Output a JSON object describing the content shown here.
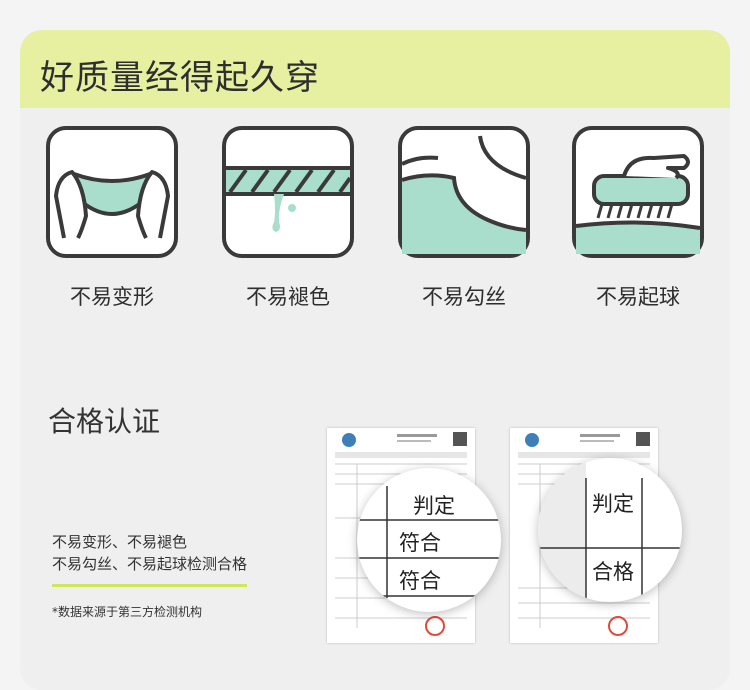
{
  "header": {
    "title": "好质量经得起久穿"
  },
  "features": [
    {
      "label": "不易变形",
      "icon": "hands-stretching-underwear-icon"
    },
    {
      "label": "不易褪色",
      "icon": "rope-dripping-dye-icon"
    },
    {
      "label": "不易勾丝",
      "icon": "fabric-snag-icon"
    },
    {
      "label": "不易起球",
      "icon": "brush-on-fabric-icon"
    }
  ],
  "certification": {
    "title": "合格认证",
    "line1": "不易变形、不易褪色",
    "line2": "不易勾丝、不易起球检测合格",
    "note": "*数据来源于第三方检测机构"
  },
  "report1": {
    "judge_label": "判定",
    "result1": "符合",
    "result2": "符合"
  },
  "report2": {
    "judge_label": "判定",
    "result": "合格"
  },
  "colors": {
    "header_bg": "#e6f0a0",
    "mint": "#a9ddcc",
    "accent_bar": "#cfe55a",
    "stroke": "#3a3a3a"
  }
}
